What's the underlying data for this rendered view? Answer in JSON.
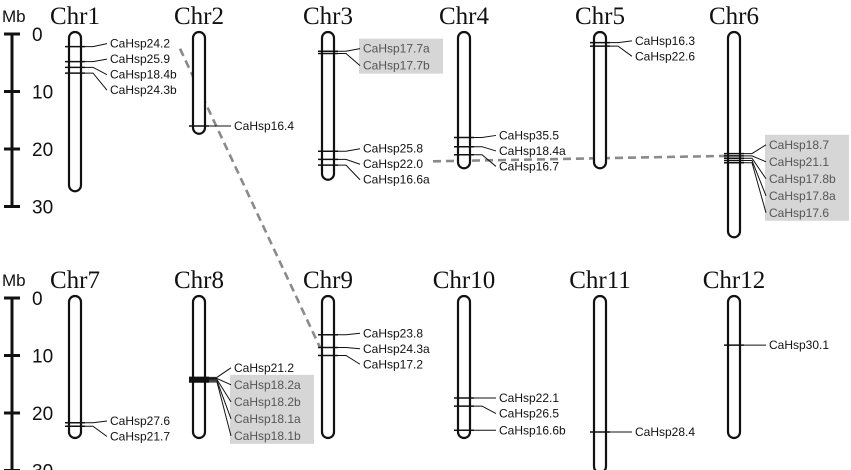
{
  "unit": "Mb",
  "highlight_color": "#d6d6d6",
  "duplication_color": "#8a8a8a",
  "scale_ticks": [
    0,
    10,
    20,
    30
  ],
  "rows": [
    {
      "chromosomes": [
        {
          "name": "Chr1",
          "length": 27,
          "genes": [
            {
              "name": "CaHsp24.2",
              "pos": 2.2,
              "highlight": false
            },
            {
              "name": "CaHsp25.9",
              "pos": 4.8,
              "highlight": false
            },
            {
              "name": "CaHsp18.4b",
              "pos": 5.8,
              "highlight": false
            },
            {
              "name": "CaHsp24.3b",
              "pos": 6.8,
              "highlight": false
            }
          ]
        },
        {
          "name": "Chr2",
          "length": 17,
          "genes": [
            {
              "name": "CaHsp16.4",
              "pos": 16.0,
              "highlight": false
            }
          ]
        },
        {
          "name": "Chr3",
          "length": 25,
          "genes": [
            {
              "name": "CaHsp17.7a",
              "pos": 3.0,
              "highlight": true
            },
            {
              "name": "CaHsp17.7b",
              "pos": 3.4,
              "highlight": true
            },
            {
              "name": "CaHsp25.8",
              "pos": 20.4,
              "highlight": false
            },
            {
              "name": "CaHsp22.0",
              "pos": 21.8,
              "highlight": false
            },
            {
              "name": "CaHsp16.6a",
              "pos": 22.8,
              "highlight": false
            }
          ]
        },
        {
          "name": "Chr4",
          "length": 23,
          "genes": [
            {
              "name": "CaHsp35.5",
              "pos": 18.0,
              "highlight": false
            },
            {
              "name": "CaHsp18.4a",
              "pos": 19.6,
              "highlight": false
            },
            {
              "name": "CaHsp16.7",
              "pos": 21.0,
              "highlight": false
            }
          ]
        },
        {
          "name": "Chr5",
          "length": 23,
          "genes": [
            {
              "name": "CaHsp16.3",
              "pos": 1.5,
              "highlight": false
            },
            {
              "name": "CaHsp22.6",
              "pos": 2.1,
              "highlight": false
            }
          ]
        },
        {
          "name": "Chr6",
          "length": 35,
          "genes": [
            {
              "name": "CaHsp18.7",
              "pos": 20.8,
              "highlight": true
            },
            {
              "name": "CaHsp21.1",
              "pos": 21.2,
              "highlight": true
            },
            {
              "name": "CaHsp17.8b",
              "pos": 21.6,
              "highlight": true
            },
            {
              "name": "CaHsp17.8a",
              "pos": 22.0,
              "highlight": true
            },
            {
              "name": "CaHsp17.6",
              "pos": 22.4,
              "highlight": true
            }
          ]
        }
      ]
    },
    {
      "chromosomes": [
        {
          "name": "Chr7",
          "length": 24,
          "genes": [
            {
              "name": "CaHsp27.6",
              "pos": 21.7,
              "highlight": false
            },
            {
              "name": "CaHsp21.7",
              "pos": 22.3,
              "highlight": false
            }
          ]
        },
        {
          "name": "Chr8",
          "length": 24,
          "genes": [
            {
              "name": "CaHsp21.2",
              "pos": 13.8,
              "highlight": false
            },
            {
              "name": "CaHsp18.2a",
              "pos": 14.0,
              "highlight": true
            },
            {
              "name": "CaHsp18.2b",
              "pos": 14.2,
              "highlight": true
            },
            {
              "name": "CaHsp18.1a",
              "pos": 14.4,
              "highlight": true
            },
            {
              "name": "CaHsp18.1b",
              "pos": 14.6,
              "highlight": true
            }
          ]
        },
        {
          "name": "Chr9",
          "length": 24,
          "genes": [
            {
              "name": "CaHsp23.8",
              "pos": 6.4,
              "highlight": false
            },
            {
              "name": "CaHsp24.3a",
              "pos": 8.6,
              "highlight": false
            },
            {
              "name": "CaHsp17.2",
              "pos": 10.0,
              "highlight": false
            }
          ]
        },
        {
          "name": "Chr10",
          "length": 24,
          "genes": [
            {
              "name": "CaHsp22.1",
              "pos": 17.4,
              "highlight": false
            },
            {
              "name": "CaHsp26.5",
              "pos": 18.8,
              "highlight": false
            },
            {
              "name": "CaHsp16.6b",
              "pos": 23.0,
              "highlight": false
            }
          ]
        },
        {
          "name": "Chr11",
          "length": 30,
          "genes": [
            {
              "name": "CaHsp28.4",
              "pos": 23.3,
              "highlight": false
            }
          ]
        },
        {
          "name": "Chr12",
          "length": 24,
          "genes": [
            {
              "name": "CaHsp30.1",
              "pos": 8.2,
              "highlight": false
            }
          ]
        }
      ]
    }
  ],
  "duplications": [
    {
      "from": "CaHsp24.2",
      "to": "CaHsp24.3a"
    },
    {
      "from": "CaHsp22.0",
      "to": "CaHsp21.1"
    }
  ]
}
